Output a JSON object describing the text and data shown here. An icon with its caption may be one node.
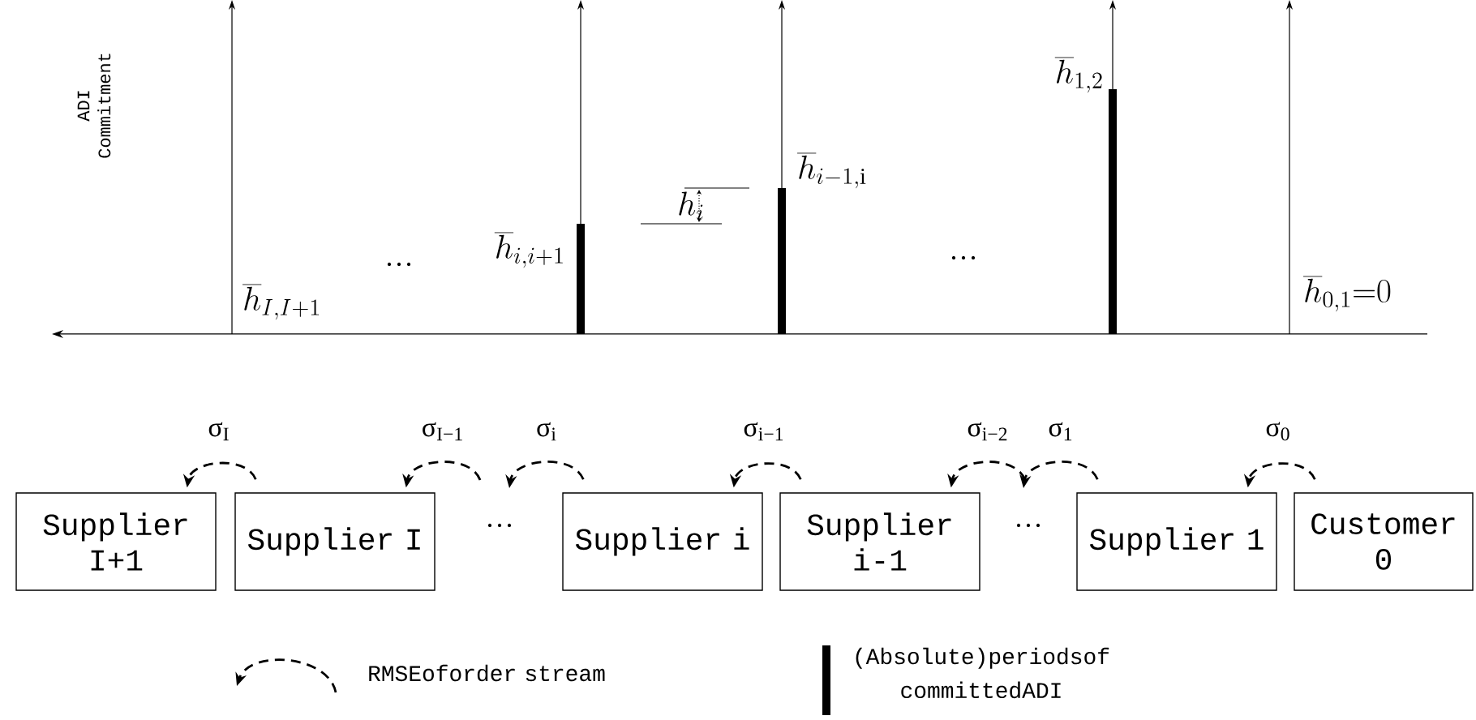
{
  "diagram": {
    "nodes": [
      {
        "text": [
          "Supplier I+1"
        ]
      },
      {
        "text": [
          "Supplier I"
        ]
      },
      {
        "text": [
          "Supplier i"
        ]
      },
      {
        "text": [
          "Supplier i-1"
        ]
      },
      {
        "text": [
          "Supplier 1"
        ]
      },
      {
        "text": [
          "Customer 0"
        ]
      }
    ],
    "edges": [
      {
        "from": 1,
        "to": 0,
        "arrow": "to",
        "style": "dashed",
        "label": "σ$_{I}$"
      },
      {
        "from": null,
        "to": 1,
        "arrow": "to",
        "style": "dashed",
        "label": "σ$_{I−1}$"
      },
      {
        "from": 2,
        "to": null,
        "arrow": "to",
        "style": "dashed",
        "label": "σ$_{i}$"
      },
      {
        "from": 3,
        "to": 2,
        "arrow": "to",
        "style": "dashed",
        "label": "σ$_{i−1}$"
      },
      {
        "from": null,
        "to": 3,
        "arrow": "to",
        "style": "dashed",
        "label": "σ$_{i−2}$"
      },
      {
        "from": 4,
        "to": null,
        "arrow": "to",
        "style": "dashed",
        "label": "σ$_{1}$"
      },
      {
        "from": 5,
        "to": 4,
        "arrow": "to",
        "style": "dashed",
        "label": "σ$_{0}$"
      }
    ],
    "labels": [
      "ADI Commitment",
      "\\overline{h}_{1,2}",
      "h_i",
      "\\overline{h}_{i,i+1}",
      "\\overline{h}_{i-1,\\mathrm{i}}",
      "…",
      "…",
      "\\overline{h}_{I,I+1}",
      "\\overline{h}_{0,1}{=}0",
      "…",
      "…"
    ],
    "legend": [
      {
        "text": "RMSEoforder stream"
      },
      {
        "text": "(Absolute)periodsof committedADI"
      }
    ]
  }
}
